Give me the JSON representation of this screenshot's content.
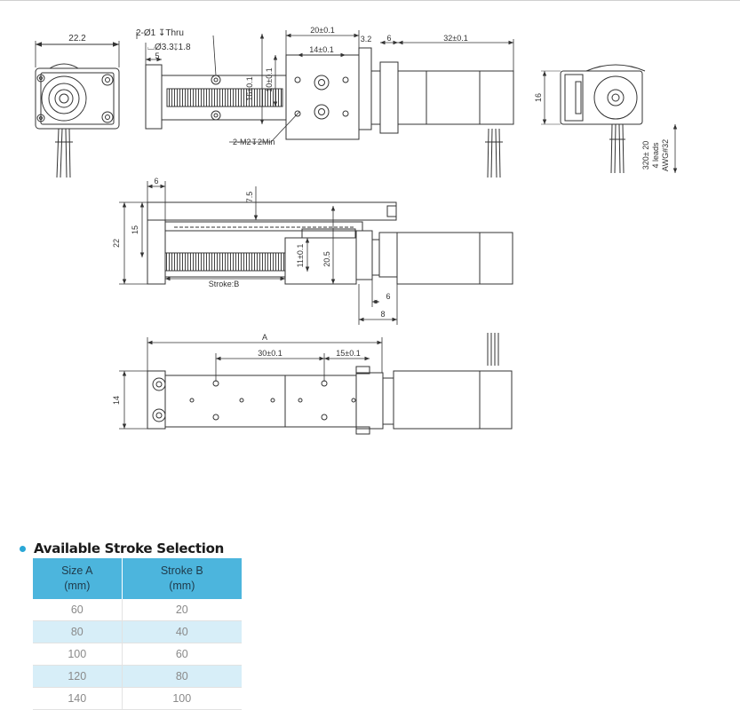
{
  "drawing": {
    "top_view": {
      "width": "22.2",
      "hole_note_1": "2-Ø1  ↧Thru",
      "hole_note_2": "⌴Ø3.3↧1.8",
      "dim_5": "5",
      "dim_16_v": "16±0.1",
      "dim_10_v": "10±0.1",
      "dim_20": "20±0.1",
      "dim_14": "14±0.1",
      "dim_3_2": "3.2",
      "dim_6": "6",
      "dim_32": "32±0.1",
      "thread_note": "2-M2↧2Min",
      "height_16": "16",
      "cable_note_1": "320± 20",
      "cable_note_2": "4 leads",
      "cable_note_3": "AWG#32"
    },
    "side_view": {
      "dim_6": "6",
      "dim_7_5": "7.5",
      "dim_22": "22",
      "dim_15": "15",
      "dim_11": "11±0.1",
      "dim_20_5": "20.5",
      "stroke_label": "Stroke:B",
      "dim_6b": "6",
      "dim_8": "8"
    },
    "bottom_view": {
      "dim_a": "A",
      "dim_30": "30±0.1",
      "dim_15": "15±0.1",
      "dim_14": "14"
    }
  },
  "section": {
    "title": "Available Stroke Selection"
  },
  "table": {
    "headers": [
      {
        "line1": "Size A",
        "line2": "(mm)"
      },
      {
        "line1": "Stroke B",
        "line2": "(mm)"
      }
    ],
    "rows": [
      [
        "60",
        "20"
      ],
      [
        "80",
        "40"
      ],
      [
        "100",
        "60"
      ],
      [
        "120",
        "80"
      ],
      [
        "140",
        "100"
      ]
    ]
  }
}
